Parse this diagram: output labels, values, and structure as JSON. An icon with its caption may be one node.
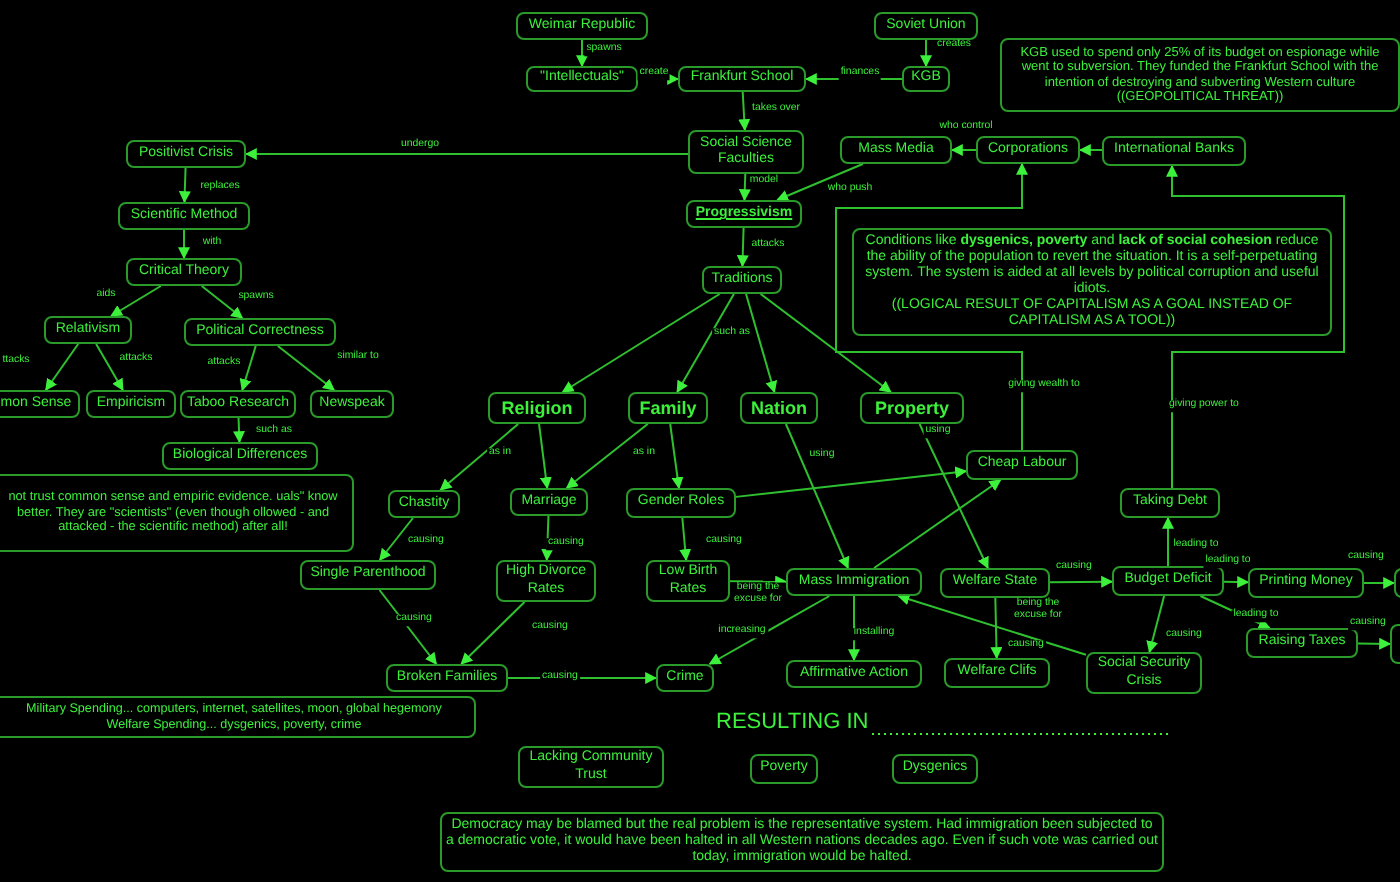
{
  "diagram": {
    "nodes": [
      {
        "text": [
          "Weimar Republic"
        ]
      },
      {
        "text": [
          "\"Intellectuals\""
        ]
      },
      {
        "text": [
          "Frankfurt School"
        ]
      },
      {
        "text": [
          "Soviet Union"
        ]
      },
      {
        "text": [
          "KGB"
        ]
      },
      {
        "text": [
          "KGB used to spend only 25% of its budget on espionage while went to subversion. They funded the Frankfurt School with the intention of destroying and subverting Western culture ((GEOPOLITICAL THREAT))"
        ]
      },
      {
        "text": [
          "Social Science Faculties"
        ]
      },
      {
        "text": [
          "Progressivism"
        ]
      },
      {
        "text": [
          "Traditions"
        ]
      },
      {
        "text": [
          "Mass Media"
        ]
      },
      {
        "text": [
          "Corporations"
        ]
      },
      {
        "text": [
          "International Banks"
        ]
      },
      {
        "text": [
          "Conditions like **dysgenics, poverty** and **lack of social cohesion** reduce the ability of the population to revert the situation. It is a self-perpetuating system. The system is aided at all levels by political corruption and useful idiots.",
          "((LOGICAL RESULT OF CAPITALISM AS A GOAL INSTEAD OF CAPITALISM AS A TOOL))"
        ]
      },
      {
        "text": [
          "Positivist Crisis"
        ]
      },
      {
        "text": [
          "Scientific Method"
        ]
      },
      {
        "text": [
          "Critical Theory"
        ]
      },
      {
        "text": [
          "Relativism"
        ]
      },
      {
        "text": [
          "Political Correctness"
        ]
      },
      {
        "text": [
          "mon Sense"
        ]
      },
      {
        "text": [
          "Empiricism"
        ]
      },
      {
        "text": [
          "Taboo Research"
        ]
      },
      {
        "text": [
          "Newspeak"
        ]
      },
      {
        "text": [
          "Biological Differences"
        ]
      },
      {
        "text": [
          "not trust common sense and empiric evidence. uals\" know better. They are \"scientists\" (even though ollowed - and attacked - the scientific method) after all!"
        ]
      },
      {
        "text": [
          "Religion"
        ]
      },
      {
        "text": [
          "Family"
        ]
      },
      {
        "text": [
          "Nation"
        ]
      },
      {
        "text": [
          "Property"
        ]
      },
      {
        "text": [
          "Chastity"
        ]
      },
      {
        "text": [
          "Marriage"
        ]
      },
      {
        "text": [
          "Gender Roles"
        ]
      },
      {
        "text": [
          "Cheap Labour"
        ]
      },
      {
        "text": [
          "Taking Debt"
        ]
      },
      {
        "text": [
          "Single Parenthood"
        ]
      },
      {
        "text": [
          "High Divorce Rates"
        ]
      },
      {
        "text": [
          "Low Birth Rates"
        ]
      },
      {
        "text": [
          "Mass Immigration"
        ]
      },
      {
        "text": [
          "Welfare State"
        ]
      },
      {
        "text": [
          "Budget Deficit"
        ]
      },
      {
        "text": [
          "Printing Money"
        ]
      },
      {
        "text": [],
        "shape": "box"
      },
      {
        "text": [
          "Raising Taxes"
        ]
      },
      {
        "text": [],
        "shape": "box"
      },
      {
        "text": [
          "Broken Families"
        ]
      },
      {
        "text": [
          "Crime"
        ]
      },
      {
        "text": [
          "Affirmative Action"
        ]
      },
      {
        "text": [
          "Welfare Clifs"
        ]
      },
      {
        "text": [
          "Social Security Crisis"
        ]
      },
      {
        "text": [
          "Military Spending... computers, internet, satellites, moon, global hegemony",
          "Welfare Spending... dysgenics, poverty, crime"
        ]
      },
      {
        "text": [
          "Lacking Community Trust"
        ]
      },
      {
        "text": [
          "Poverty"
        ]
      },
      {
        "text": [
          "Dysgenics"
        ]
      },
      {
        "text": [
          "Democracy may be blamed but the real problem is the representative system. Had immigration been subjected to a democratic vote, it would have been halted in all Western nations decades ago. Even if such vote was carried out today, immigration would be halted."
        ]
      }
    ],
    "edges": [
      {
        "from": 0,
        "to": 1,
        "arrow": "to",
        "label": "spawns"
      },
      {
        "from": 1,
        "to": 2,
        "arrow": "to",
        "label": "create"
      },
      {
        "from": 3,
        "to": 4,
        "arrow": "to",
        "label": "creates"
      },
      {
        "from": 4,
        "to": 2,
        "arrow": "to",
        "label": "finances"
      },
      {
        "from": 2,
        "to": 6,
        "arrow": "to",
        "label": "takes over"
      },
      {
        "from": 6,
        "to": 13,
        "arrow": "to",
        "label": "undergo"
      },
      {
        "from": 6,
        "to": 7,
        "arrow": "to",
        "label": "model"
      },
      {
        "from": 7,
        "to": 8,
        "arrow": "to",
        "label": "attacks"
      },
      {
        "from": 10,
        "to": 9,
        "arrow": "to",
        "label": "who control"
      },
      {
        "from": 11,
        "to": 10,
        "arrow": "to"
      },
      {
        "from": 9,
        "to": 7,
        "arrow": "to",
        "label": "who push"
      },
      {
        "from": 31,
        "to": 10,
        "arrow": "to",
        "label": "giving wealth to"
      },
      {
        "from": 32,
        "to": 11,
        "arrow": "to",
        "label": "giving power to"
      },
      {
        "from": 13,
        "to": 14,
        "arrow": "to",
        "label": "replaces"
      },
      {
        "from": 14,
        "to": 15,
        "arrow": "to",
        "label": "with"
      },
      {
        "from": 15,
        "to": 16,
        "arrow": "to",
        "label": "aids"
      },
      {
        "from": 15,
        "to": 17,
        "arrow": "to",
        "label": "spawns"
      },
      {
        "from": 16,
        "to": 18,
        "arrow": "to",
        "label": "ttacks"
      },
      {
        "from": 16,
        "to": 19,
        "arrow": "to",
        "label": "attacks"
      },
      {
        "from": 17,
        "to": 20,
        "arrow": "to",
        "label": "attacks"
      },
      {
        "from": 17,
        "to": 21,
        "arrow": "to",
        "label": "similar to"
      },
      {
        "from": 20,
        "to": 22,
        "arrow": "to",
        "label": "such as"
      },
      {
        "from": 8,
        "to": 24,
        "arrow": "to"
      },
      {
        "from": 8,
        "to": 25,
        "arrow": "to",
        "label": "such as"
      },
      {
        "from": 8,
        "to": 26,
        "arrow": "to"
      },
      {
        "from": 8,
        "to": 27,
        "arrow": "to"
      },
      {
        "from": 24,
        "to": 28,
        "arrow": "to",
        "label": "as in"
      },
      {
        "from": 24,
        "to": 29,
        "arrow": "to"
      },
      {
        "from": 25,
        "to": 29,
        "arrow": "to",
        "label": "as in"
      },
      {
        "from": 25,
        "to": 30,
        "arrow": "to"
      },
      {
        "from": 26,
        "to": 36,
        "arrow": "to",
        "label": "using"
      },
      {
        "from": 27,
        "to": 37,
        "arrow": "to",
        "label": "using"
      },
      {
        "from": 30,
        "to": 31,
        "arrow": "to"
      },
      {
        "from": 36,
        "to": 31,
        "arrow": "to"
      },
      {
        "from": 28,
        "to": 33,
        "arrow": "to",
        "label": "causing"
      },
      {
        "from": 33,
        "to": 43,
        "arrow": "to",
        "label": "causing"
      },
      {
        "from": 29,
        "to": 34,
        "arrow": "to",
        "label": "causing"
      },
      {
        "from": 34,
        "to": 43,
        "arrow": "to",
        "label": "causing"
      },
      {
        "from": 30,
        "to": 35,
        "arrow": "to",
        "label": "causing"
      },
      {
        "from": 35,
        "to": 36,
        "arrow": "to",
        "label": "being the excuse for"
      },
      {
        "from": 43,
        "to": 44,
        "arrow": "to",
        "label": "causing"
      },
      {
        "from": 36,
        "to": 44,
        "arrow": "to",
        "label": "increasing"
      },
      {
        "from": 36,
        "to": 45,
        "arrow": "to",
        "label": "installing"
      },
      {
        "from": 37,
        "to": 38,
        "arrow": "to",
        "label": "causing"
      },
      {
        "from": 37,
        "to": 46,
        "arrow": "to",
        "label": "causing"
      },
      {
        "from": 47,
        "to": 36,
        "arrow": "to",
        "label": "being the excuse for"
      },
      {
        "from": 38,
        "to": 32,
        "arrow": "to",
        "label": "leading to"
      },
      {
        "from": 38,
        "to": 39,
        "arrow": "to",
        "label": "leading to"
      },
      {
        "from": 38,
        "to": 41,
        "arrow": "to",
        "label": "leading to"
      },
      {
        "from": 38,
        "to": 47,
        "arrow": "to",
        "label": "causing"
      },
      {
        "from": 39,
        "to": 40,
        "arrow": "to",
        "label": "causing"
      },
      {
        "from": 41,
        "to": 42,
        "arrow": "to",
        "label": "causing"
      }
    ],
    "labels": [
      "RESULTING IN"
    ]
  }
}
